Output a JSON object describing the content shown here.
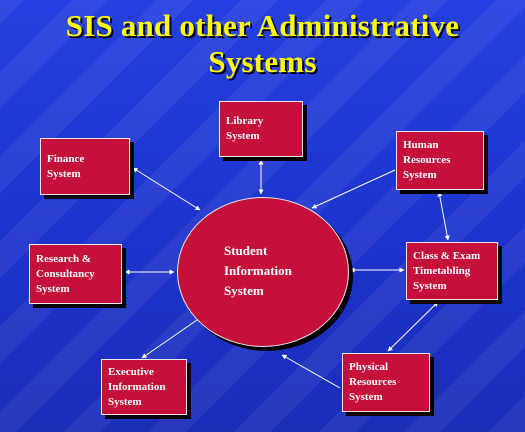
{
  "title": {
    "line1": "SIS and other Administrative",
    "line2": "Systems"
  },
  "hub": {
    "label": "Student\nInformation\nSystem"
  },
  "nodes": {
    "library": "Library\nSystem",
    "finance": "Finance\nSystem",
    "human_resources": "Human\nResources\nSystem",
    "research": "Research &\nConsultancy\nSystem",
    "timetabling": "Class & Exam\nTimetabling\nSystem",
    "executive": "Executive\nInformation\nSystem",
    "physical": "Physical\nResources\nSystem"
  },
  "colors": {
    "background": "#1f3ad8",
    "title": "#ffff00",
    "box_fill": "#c4103a",
    "connector": "#ffffff"
  }
}
